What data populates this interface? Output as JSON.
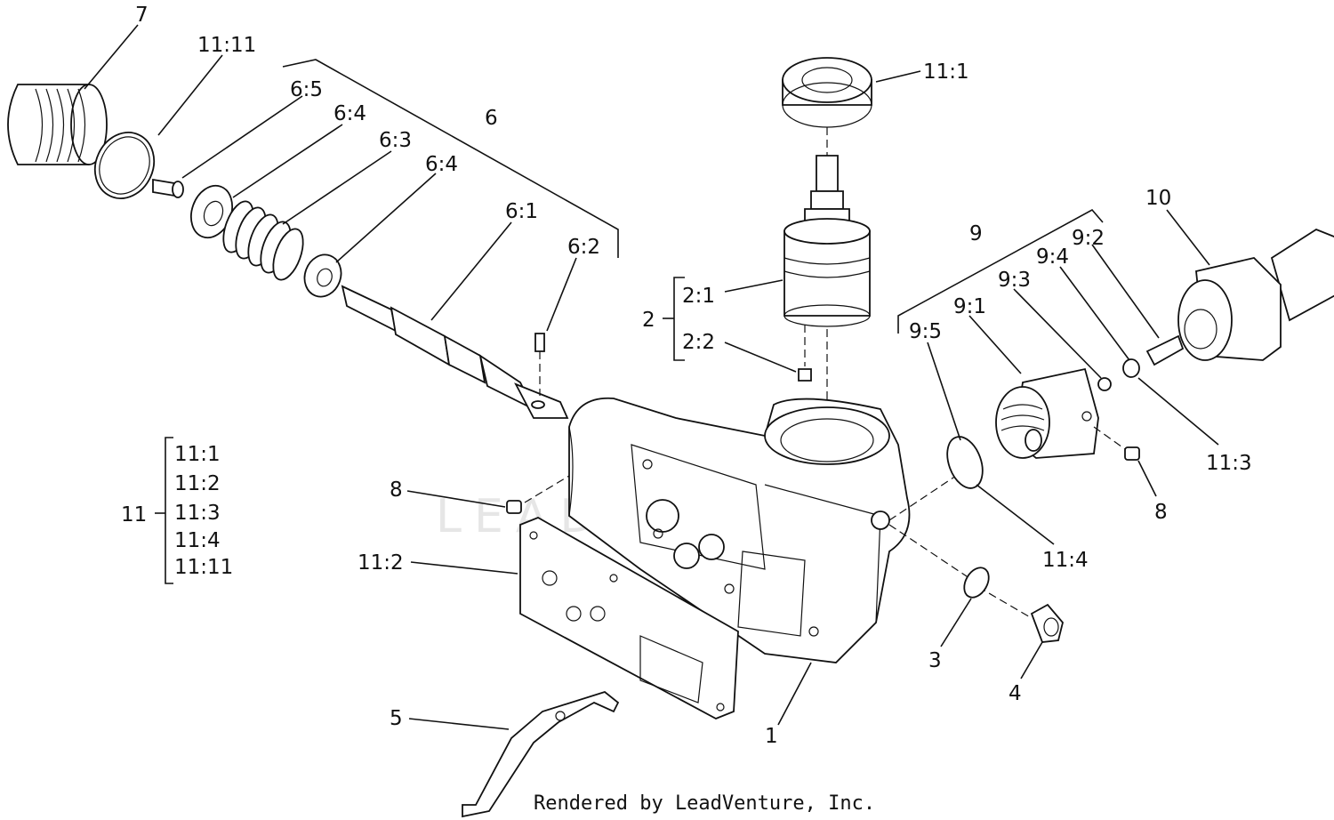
{
  "watermark": "LEADVENTURE",
  "footer": "Rendered by LeadVenture, Inc.",
  "callouts": {
    "c7": "7",
    "c11_11": "11:11",
    "c6_5": "6:5",
    "c6_4a": "6:4",
    "c6_3": "6:3",
    "c6_4b": "6:4",
    "c6": "6",
    "c6_1": "6:1",
    "c6_2": "6:2",
    "c11_1": "11:1",
    "c2_1": "2:1",
    "c2": "2",
    "c2_2": "2:2",
    "c9": "9",
    "c9_2": "9:2",
    "c9_4": "9:4",
    "c9_3": "9:3",
    "c9_1": "9:1",
    "c9_5": "9:5",
    "c10": "10",
    "c11_3": "11:3",
    "c8a": "8",
    "c8b": "8",
    "c11_4": "11:4",
    "c11_2": "11:2",
    "c3": "3",
    "c4": "4",
    "c5": "5",
    "c1": "1"
  },
  "kit11": {
    "label": "11",
    "items": [
      "11:1",
      "11:2",
      "11:3",
      "11:4",
      "11:11"
    ]
  }
}
